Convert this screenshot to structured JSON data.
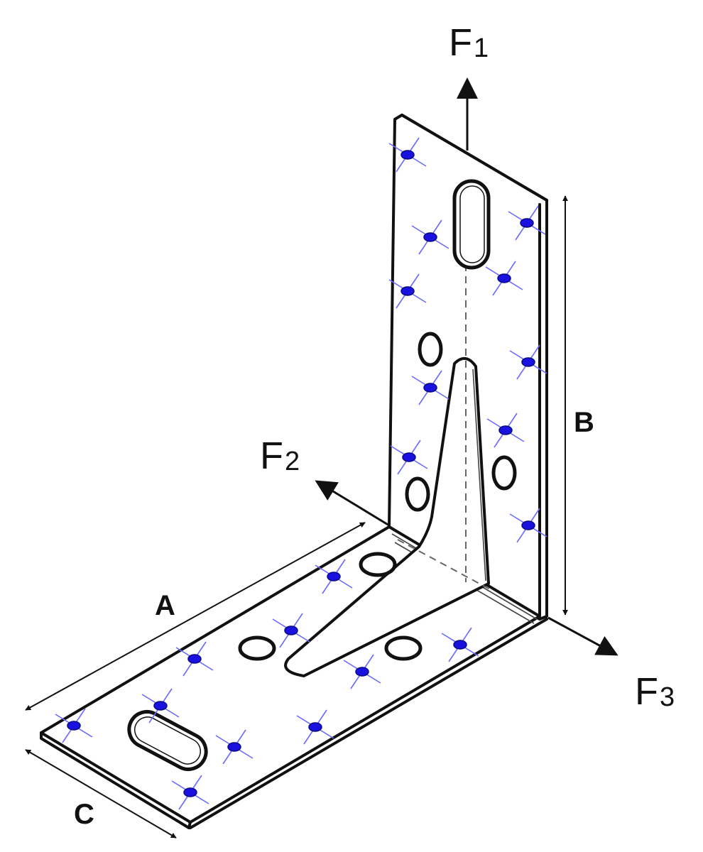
{
  "labels": {
    "force1": "F",
    "force1_sub": "1",
    "force2": "F",
    "force2_sub": "2",
    "force3": "F",
    "force3_sub": "3",
    "dim_a": "A",
    "dim_b": "B",
    "dim_c": "C"
  },
  "colors": {
    "outline": "#111111",
    "nail_marker": "#1a10e0",
    "nail_cross": "#6a6aff"
  },
  "icons": [
    "nail-position-marker",
    "arrow-head"
  ]
}
